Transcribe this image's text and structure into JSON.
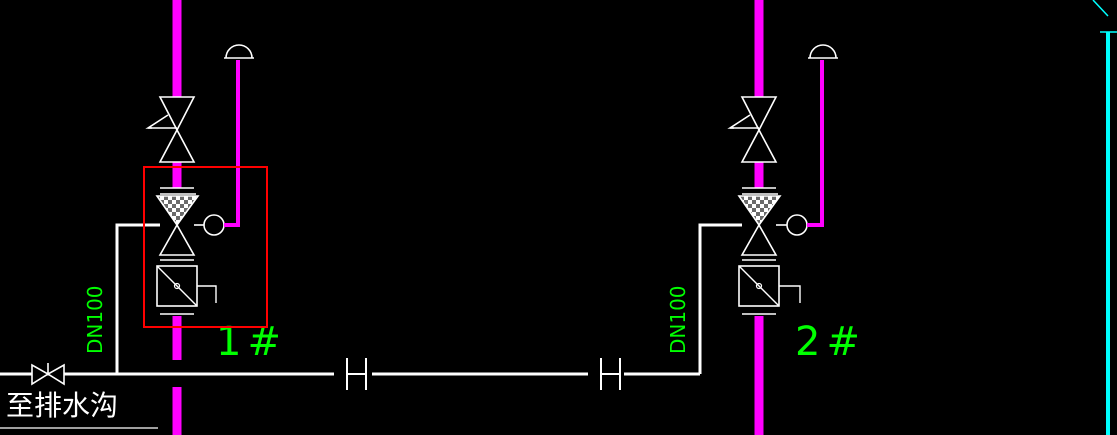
{
  "drawing": {
    "colors": {
      "background": "#000000",
      "pipe_magenta": "#ff00ff",
      "pipe_white": "#ffffff",
      "symbol_white": "#ffffff",
      "label_green": "#00ff00",
      "border_cyan": "#00ffff",
      "highlight_red": "#ff0000"
    },
    "units": [
      {
        "label": "1#",
        "pipe_label": "DN100",
        "highlighted": true
      },
      {
        "label": "2#",
        "pipe_label": "DN100",
        "highlighted": false
      }
    ],
    "outlet_label": "至排水沟"
  }
}
